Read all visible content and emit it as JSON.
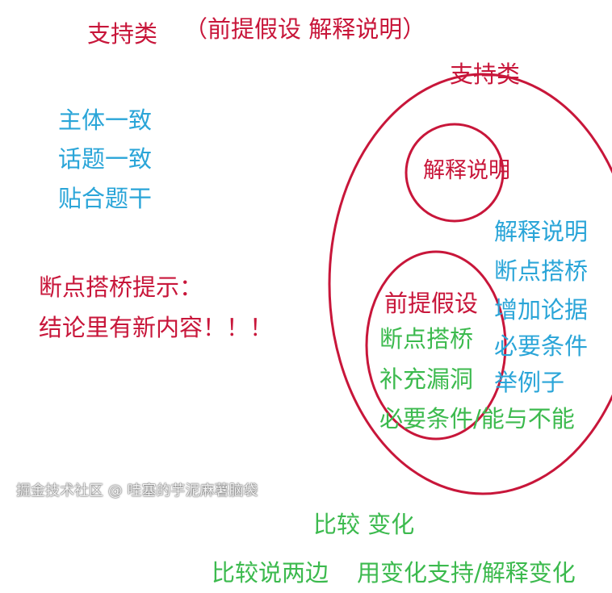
{
  "colors": {
    "support": "#c8163a",
    "blue_notes": "#2aa5d8",
    "green_notes": "#3cba4e"
  },
  "title": {
    "main": "支持类",
    "sub": "（前提假设  解释说明）"
  },
  "left_blue": [
    "主体一致",
    "话题一致",
    "贴合题干"
  ],
  "hint": {
    "line1": "断点搭桥提示：",
    "line2": "结论里有新内容！！！"
  },
  "diagram": {
    "outer_label": "支持类",
    "inner_top_label": "解释说明",
    "inner_mid_label": "前提假设",
    "mid_green": [
      "断点搭桥",
      "补充漏洞",
      "必要条件/能与不能"
    ],
    "right_blue": [
      "解释说明",
      "断点搭桥",
      "增加论据",
      "必要条件",
      "举例子"
    ]
  },
  "bottom": {
    "line1": "比较   变化",
    "line2a": "比较说两边",
    "line2b": "用变化支持/解释变化"
  },
  "watermark": "掘金技术社区 @ 哇塞的芋泥麻薯脑袋"
}
